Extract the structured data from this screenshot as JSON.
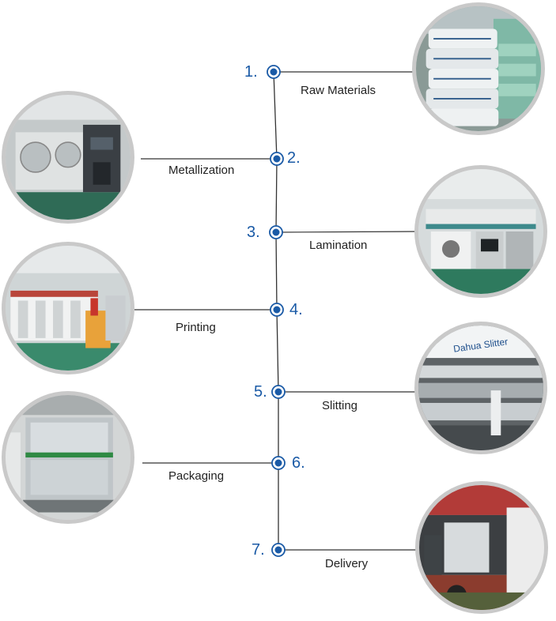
{
  "accent_color": "#1a5aa6",
  "line_color": "#333333",
  "steps": [
    {
      "number": "1.",
      "label": "Raw Materials",
      "side": "right",
      "photo": "raw-materials-photo"
    },
    {
      "number": "2.",
      "label": "Metallization",
      "side": "left",
      "photo": "metallization-machine-photo"
    },
    {
      "number": "3.",
      "label": "Lamination",
      "side": "right",
      "photo": "lamination-machine-photo"
    },
    {
      "number": "4.",
      "label": "Printing",
      "side": "left",
      "photo": "printing-machine-photo"
    },
    {
      "number": "5.",
      "label": "Slitting",
      "side": "right",
      "photo": "slitting-machine-photo",
      "photo_text": "Dahua Slitter"
    },
    {
      "number": "6.",
      "label": "Packaging",
      "side": "left",
      "photo": "packaging-pallet-photo"
    },
    {
      "number": "7.",
      "label": "Delivery",
      "side": "right",
      "photo": "delivery-truck-photo"
    }
  ]
}
